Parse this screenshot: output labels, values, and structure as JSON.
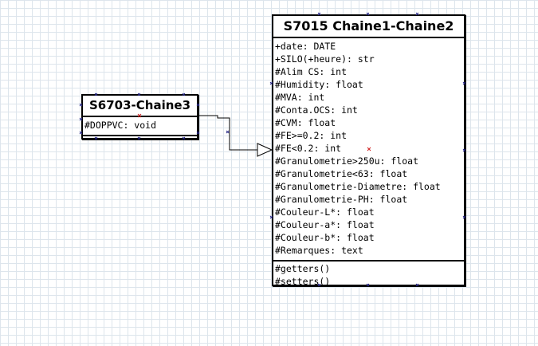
{
  "classes": {
    "s6703": {
      "title": "S6703-Chaine3",
      "attributes": [
        "#DOPPVC: void"
      ],
      "methods": []
    },
    "s7015": {
      "title": "S7015 Chaine1-Chaine2",
      "attributes": [
        "+date: DATE",
        "+SILO(+heure): str",
        "#Alim CS: int",
        "#Humidity: float",
        "#MVA: int",
        "#Conta.OCS: int",
        "#CVM: float",
        "#FE>=0.2: int",
        "#FE<0.2: int",
        "#Granulometrie>250u: float",
        "#Granulometrie<63: float",
        "#Granulometrie-Diametre: float",
        "#Granulometrie-PH: float",
        "#Couleur-L*: float",
        "#Couleur-a*: float",
        "#Couleur-b*: float",
        "#Remarques: text"
      ],
      "methods": [
        "#getters()",
        "#setters()"
      ]
    }
  },
  "relations": [
    {
      "type": "generalization",
      "from": "S6703-Chaine3",
      "to": "S7015 Chaine1-Chaine2"
    }
  ],
  "colors": {
    "border": "#000000",
    "grid": "#dde5ec",
    "anchor": "#2a2a8a",
    "marker": "#d02020"
  }
}
